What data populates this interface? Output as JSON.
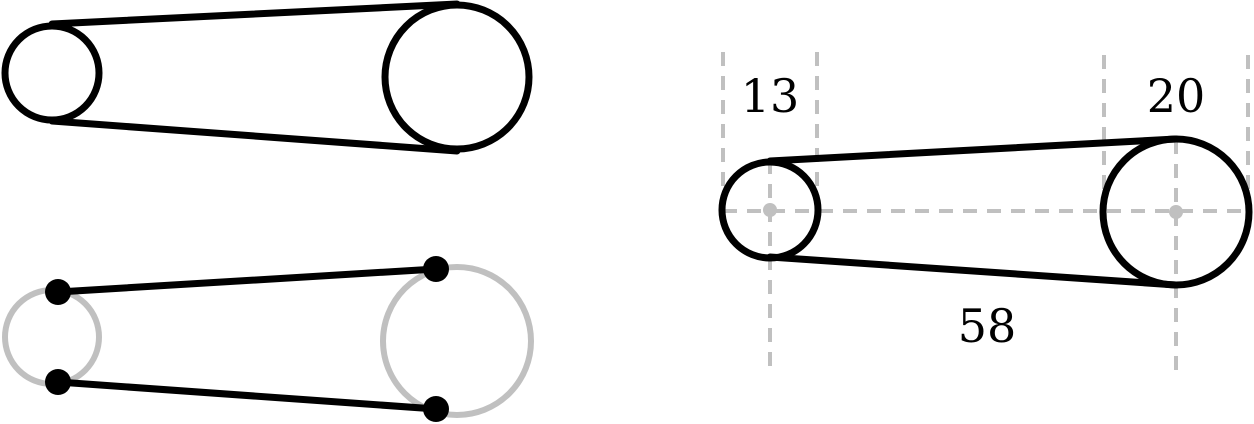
{
  "dimensions": {
    "small_diameter": "13",
    "large_diameter": "20",
    "center_distance": "58"
  },
  "colors": {
    "line": "#000000",
    "guide": "#c0c0c0",
    "background": "#ffffff"
  }
}
